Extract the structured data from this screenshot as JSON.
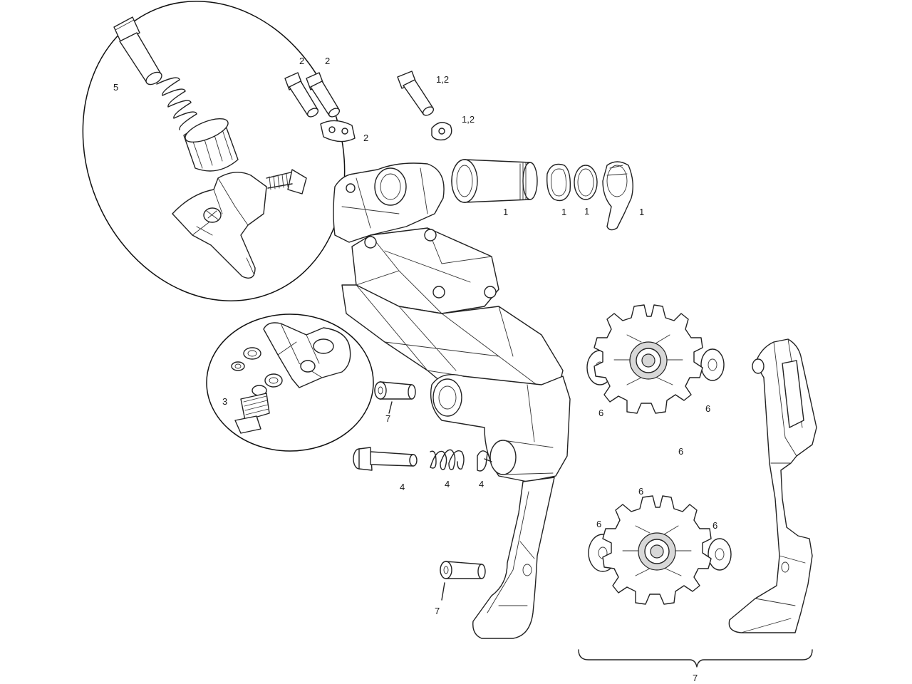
{
  "labels": {
    "l1": "1",
    "l2": "1",
    "l3": "1",
    "l4": "1",
    "l5": "1,2",
    "l6": "1,2",
    "l7": "2",
    "l8": "2",
    "l9": "2",
    "l10": "3",
    "l11": "4",
    "l12": "4",
    "l13": "4",
    "l14": "5",
    "l15": "6",
    "l16": "6",
    "l17": "6",
    "l18": "6",
    "l19": "6",
    "l20": "6",
    "l21": "7",
    "l22": "7",
    "l23": "7"
  }
}
